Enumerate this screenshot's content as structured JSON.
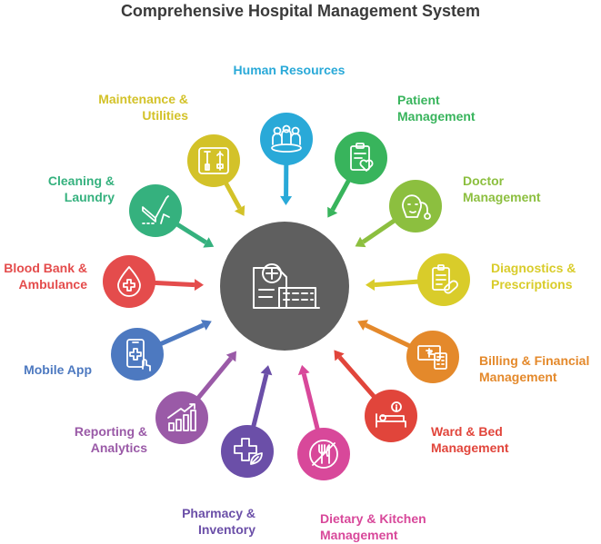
{
  "title": "Comprehensive Hospital Management System",
  "center": {
    "icon": "hospital-building-icon",
    "color": "#5f5f5f"
  },
  "modules": [
    {
      "key": "human-resources",
      "lines": [
        "Human Resources"
      ],
      "color": "#29a9d8",
      "icon": "team-people-icon"
    },
    {
      "key": "patient-management",
      "lines": [
        "Patient",
        "Management"
      ],
      "color": "#38b45c",
      "icon": "clipboard-heart-icon"
    },
    {
      "key": "doctor-management",
      "lines": [
        "Doctor",
        "Management"
      ],
      "color": "#8cbf3f",
      "icon": "doctor-stethoscope-icon"
    },
    {
      "key": "diagnostics-prescriptions",
      "lines": [
        "Diagnostics &",
        "Prescriptions"
      ],
      "color": "#d9cc2a",
      "icon": "prescription-pill-icon"
    },
    {
      "key": "billing-financial",
      "lines": [
        "Billing & Financial",
        "Management"
      ],
      "color": "#e4892b",
      "icon": "cash-calculator-icon"
    },
    {
      "key": "ward-bed",
      "lines": [
        "Ward & Bed",
        "Management"
      ],
      "color": "#e1453b",
      "icon": "hospital-bed-icon"
    },
    {
      "key": "dietary-kitchen",
      "lines": [
        "Dietary & Kitchen",
        "Management"
      ],
      "color": "#d8489a",
      "icon": "fork-knife-icon"
    },
    {
      "key": "pharmacy-inventory",
      "lines": [
        "Pharmacy &",
        "Inventory"
      ],
      "color": "#6b4fa8",
      "icon": "medical-cross-leaf-icon"
    },
    {
      "key": "reporting-analytics",
      "lines": [
        "Reporting &",
        "Analytics"
      ],
      "color": "#9a5aa7",
      "icon": "bar-chart-growth-icon"
    },
    {
      "key": "mobile-app",
      "lines": [
        "Mobile App"
      ],
      "color": "#4d79c0",
      "icon": "mobile-medical-icon"
    },
    {
      "key": "blood-bank-ambulance",
      "lines": [
        "Blood Bank &",
        "Ambulance"
      ],
      "color": "#e44c4c",
      "icon": "blood-drop-icon"
    },
    {
      "key": "cleaning-laundry",
      "lines": [
        "Cleaning &",
        "Laundry"
      ],
      "color": "#35b17e",
      "icon": "broom-icon"
    },
    {
      "key": "maintenance-utilities",
      "lines": [
        "Maintenance &",
        "Utilities"
      ],
      "color": "#d3c229",
      "icon": "toolbox-icon"
    }
  ]
}
